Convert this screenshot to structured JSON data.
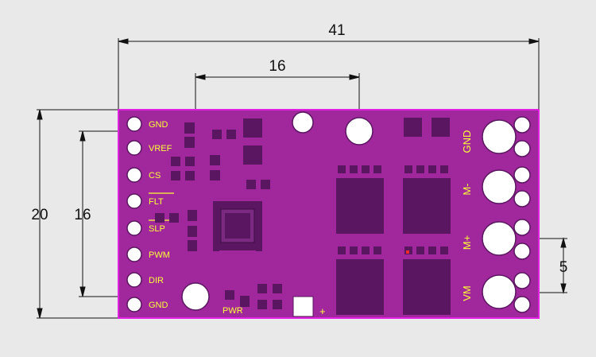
{
  "colors": {
    "background": "#e9e9e9",
    "board_outline": "#e020e0",
    "pad": "#5a1660",
    "silkscreen": "#ffff33",
    "dimension_line": "#111111",
    "marker": "#ff2a2a"
  },
  "dimensions": {
    "board_width": "41",
    "hole_span": "16",
    "board_height": "20",
    "pin_span": "16",
    "terminal_pitch": "5"
  },
  "left_pins": [
    "GND",
    "VREF",
    "CS",
    "FLT",
    "SLP",
    "PWM",
    "DIR",
    "GND"
  ],
  "left_pins_overlined": [
    "FLT",
    "SLP"
  ],
  "right_terminals": [
    "GND",
    "M-",
    "M+",
    "VM"
  ],
  "bottom_labels": {
    "pwr": "PWR",
    "plus": "+"
  }
}
